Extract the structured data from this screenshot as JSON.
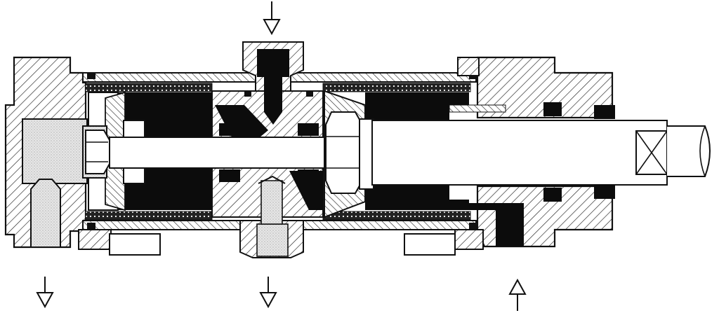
{
  "figure": {
    "kind": "mechanical cross-section drawing (double-acting tandem cylinder)",
    "colors": {
      "ink": "#111111",
      "paper": "#ffffff",
      "stipple": "#d9d9d9",
      "hatch": "#222222"
    },
    "flow_arrows": [
      {
        "id": "top-port",
        "direction": "down"
      },
      {
        "id": "bottom-left",
        "direction": "down"
      },
      {
        "id": "bottom-middle",
        "direction": "down"
      },
      {
        "id": "bottom-right",
        "direction": "up"
      }
    ]
  }
}
